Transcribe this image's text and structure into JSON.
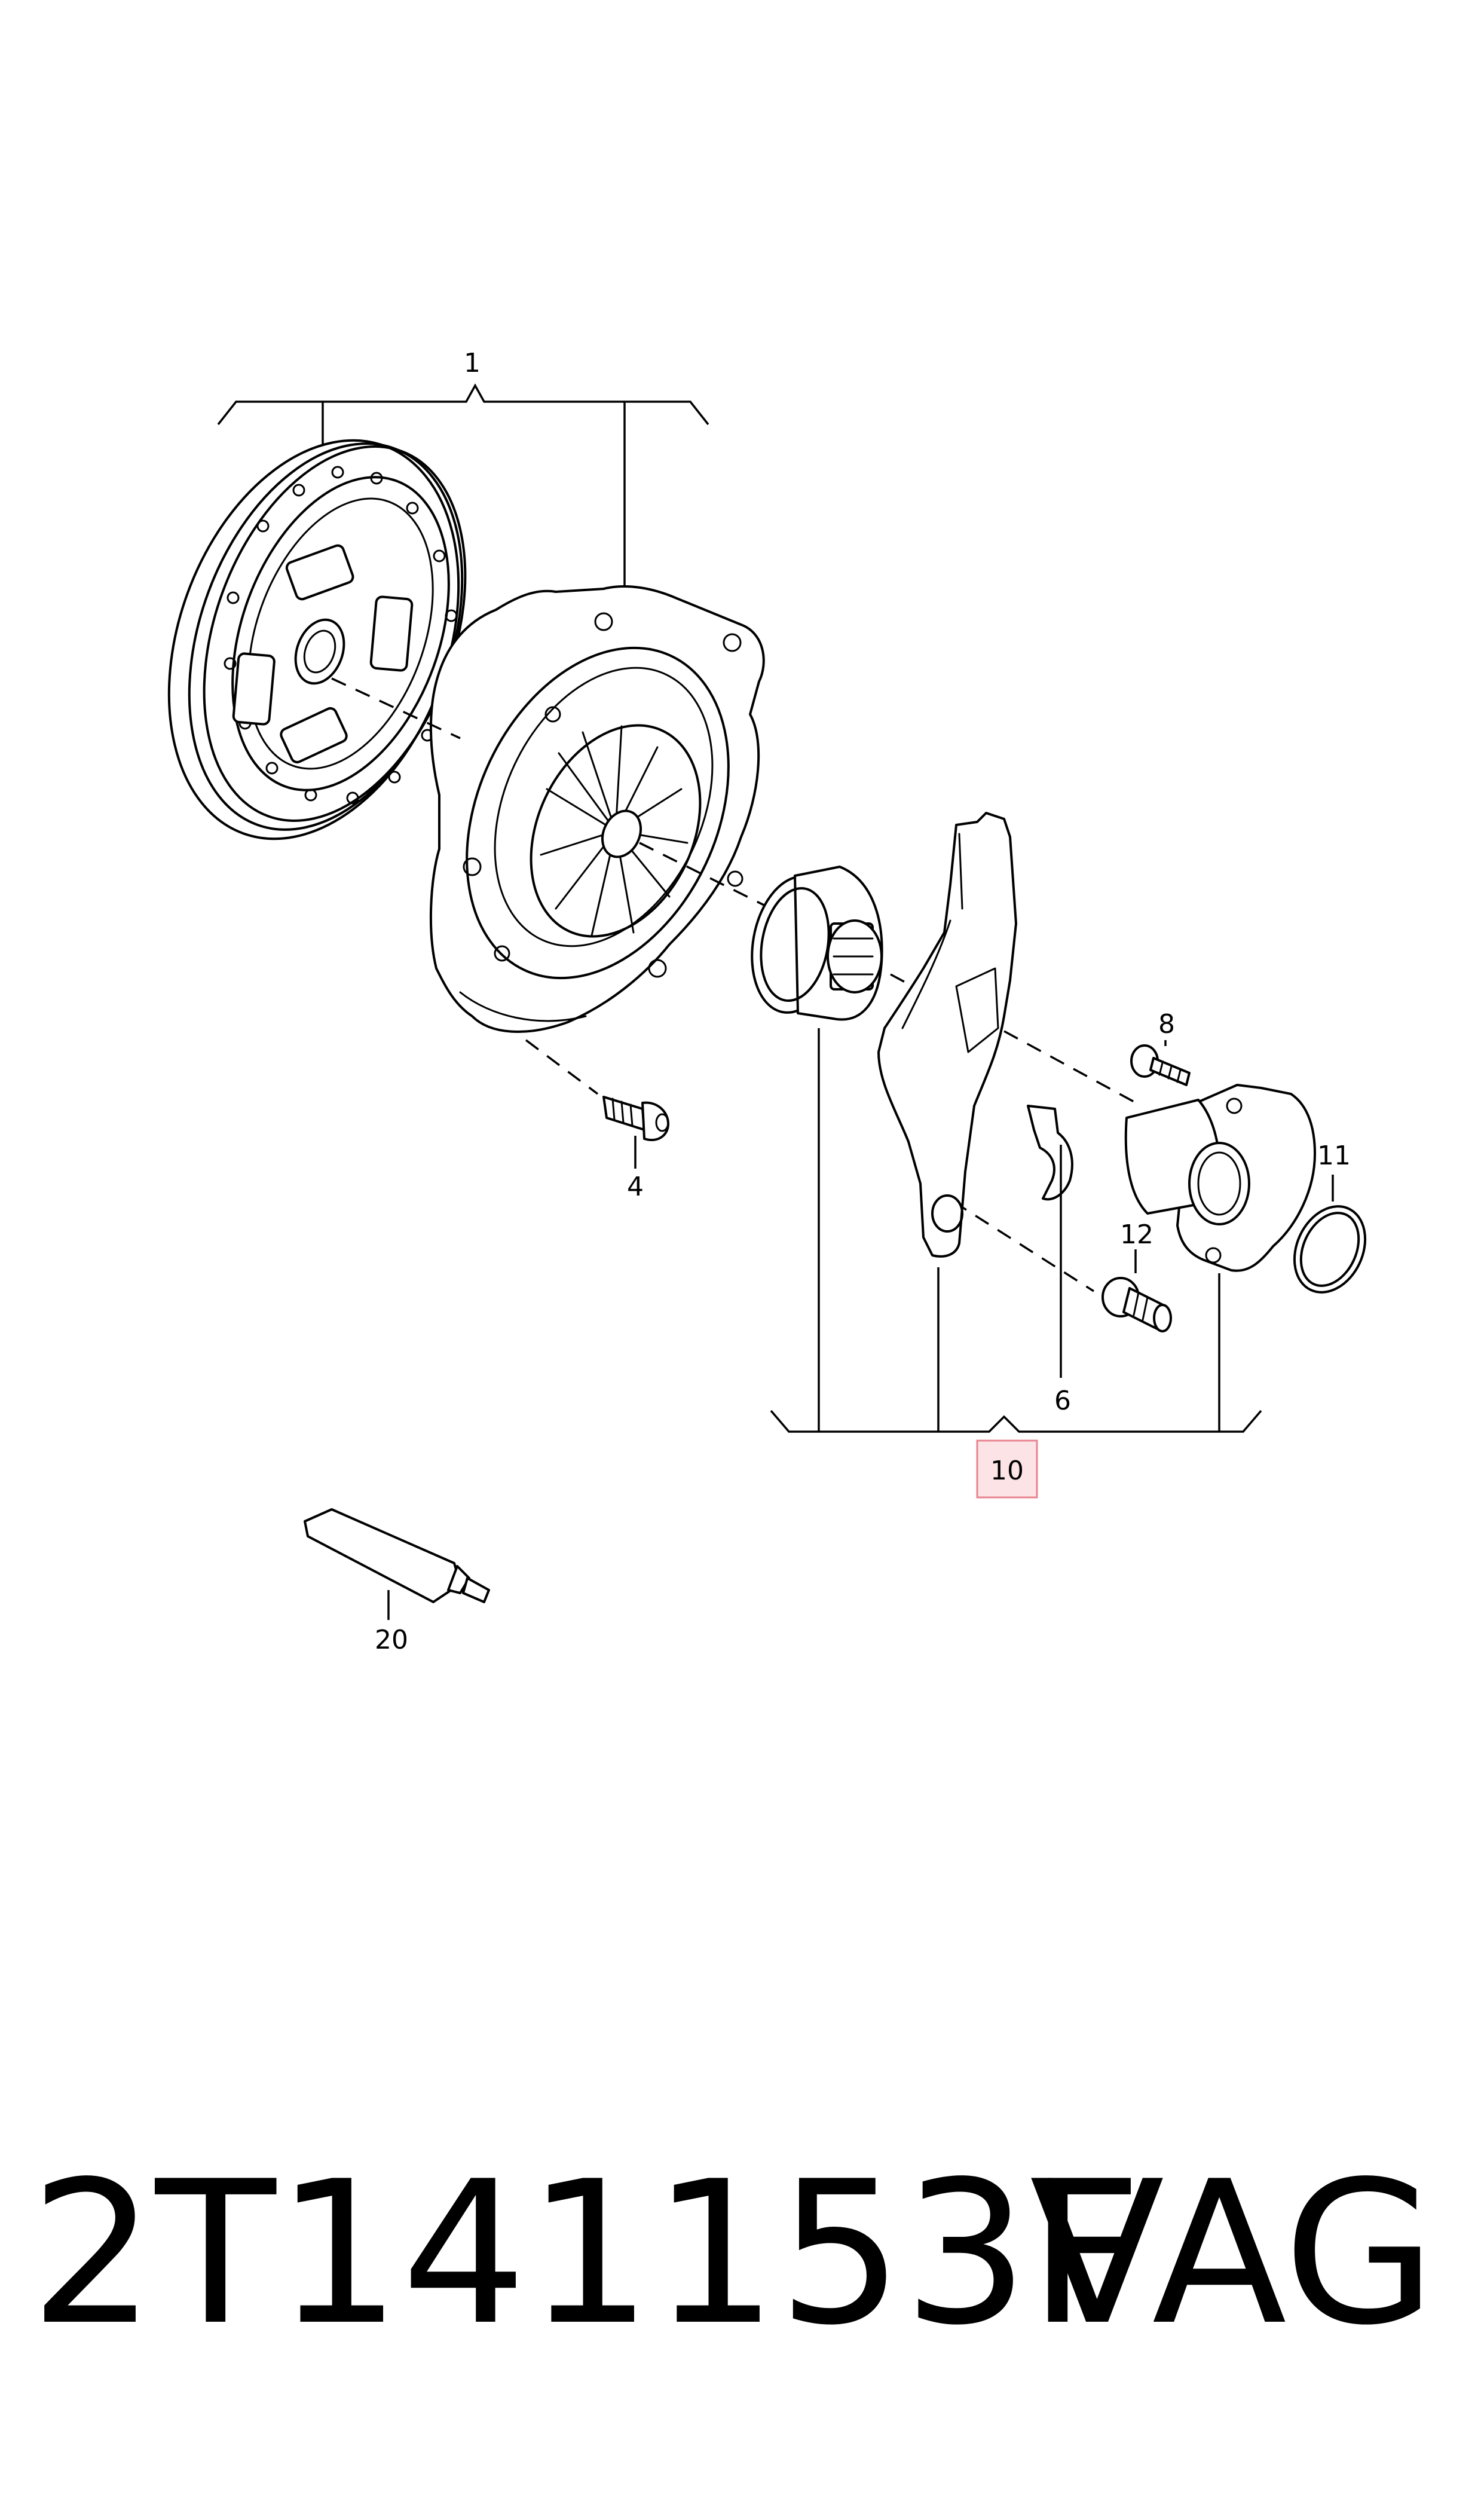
{
  "callouts": {
    "c1": "1",
    "c4": "4",
    "c6": "6",
    "c8": "8",
    "c10": "10",
    "c11": "11",
    "c12": "12",
    "c20": "20"
  },
  "highlight_color": "#e8848f",
  "footer": {
    "part_number": "2T141153F",
    "brand": "VAG"
  }
}
